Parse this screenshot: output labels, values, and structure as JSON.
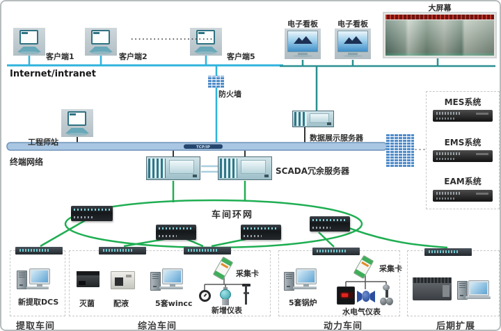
{
  "header": {
    "clients": [
      {
        "label": "客户端1"
      },
      {
        "label": "客户端2"
      },
      {
        "label": "客户端5"
      }
    ],
    "dots_label": "......................",
    "internet_label": "Internet/intranet",
    "firewall_label": "防火墙",
    "boards": [
      {
        "label": "电子看板"
      },
      {
        "label": "电子看板"
      }
    ],
    "big_screen_label": "大屏幕"
  },
  "middle": {
    "engineer_label": "工程师站",
    "terminal_network_label": "终端网络",
    "bus_protocol_label": "TCP/IP",
    "data_display_server_label": "数据展示服务器",
    "scada_label": "SCADA冗余服务器"
  },
  "systems_panel": {
    "items": [
      {
        "label": "MES系统"
      },
      {
        "label": "EMS系统"
      },
      {
        "label": "EAM系统"
      }
    ]
  },
  "ring": {
    "label": "车间环网"
  },
  "workshops": [
    {
      "name": "提取车间",
      "device_labels": [
        "新提取DCS"
      ]
    },
    {
      "name": "综治车间",
      "device_labels": [
        "灭菌",
        "配液",
        "5套wincc",
        "采集卡",
        "新增仪表"
      ]
    },
    {
      "name": "动力车间",
      "device_labels": [
        "5套锅炉",
        "采集卡",
        "水电气仪表"
      ]
    },
    {
      "name": "后期扩展",
      "device_labels": []
    }
  ],
  "colors": {
    "internet_line": "#2fb3dd",
    "board_line": "#2a8f8f",
    "ring_green": "#1fae52",
    "bus_fill": "#a9c6e2",
    "bus_border": "#6e93ba",
    "brick_blue": "#4f8cca",
    "screen_banner_red": "#6e1410"
  }
}
